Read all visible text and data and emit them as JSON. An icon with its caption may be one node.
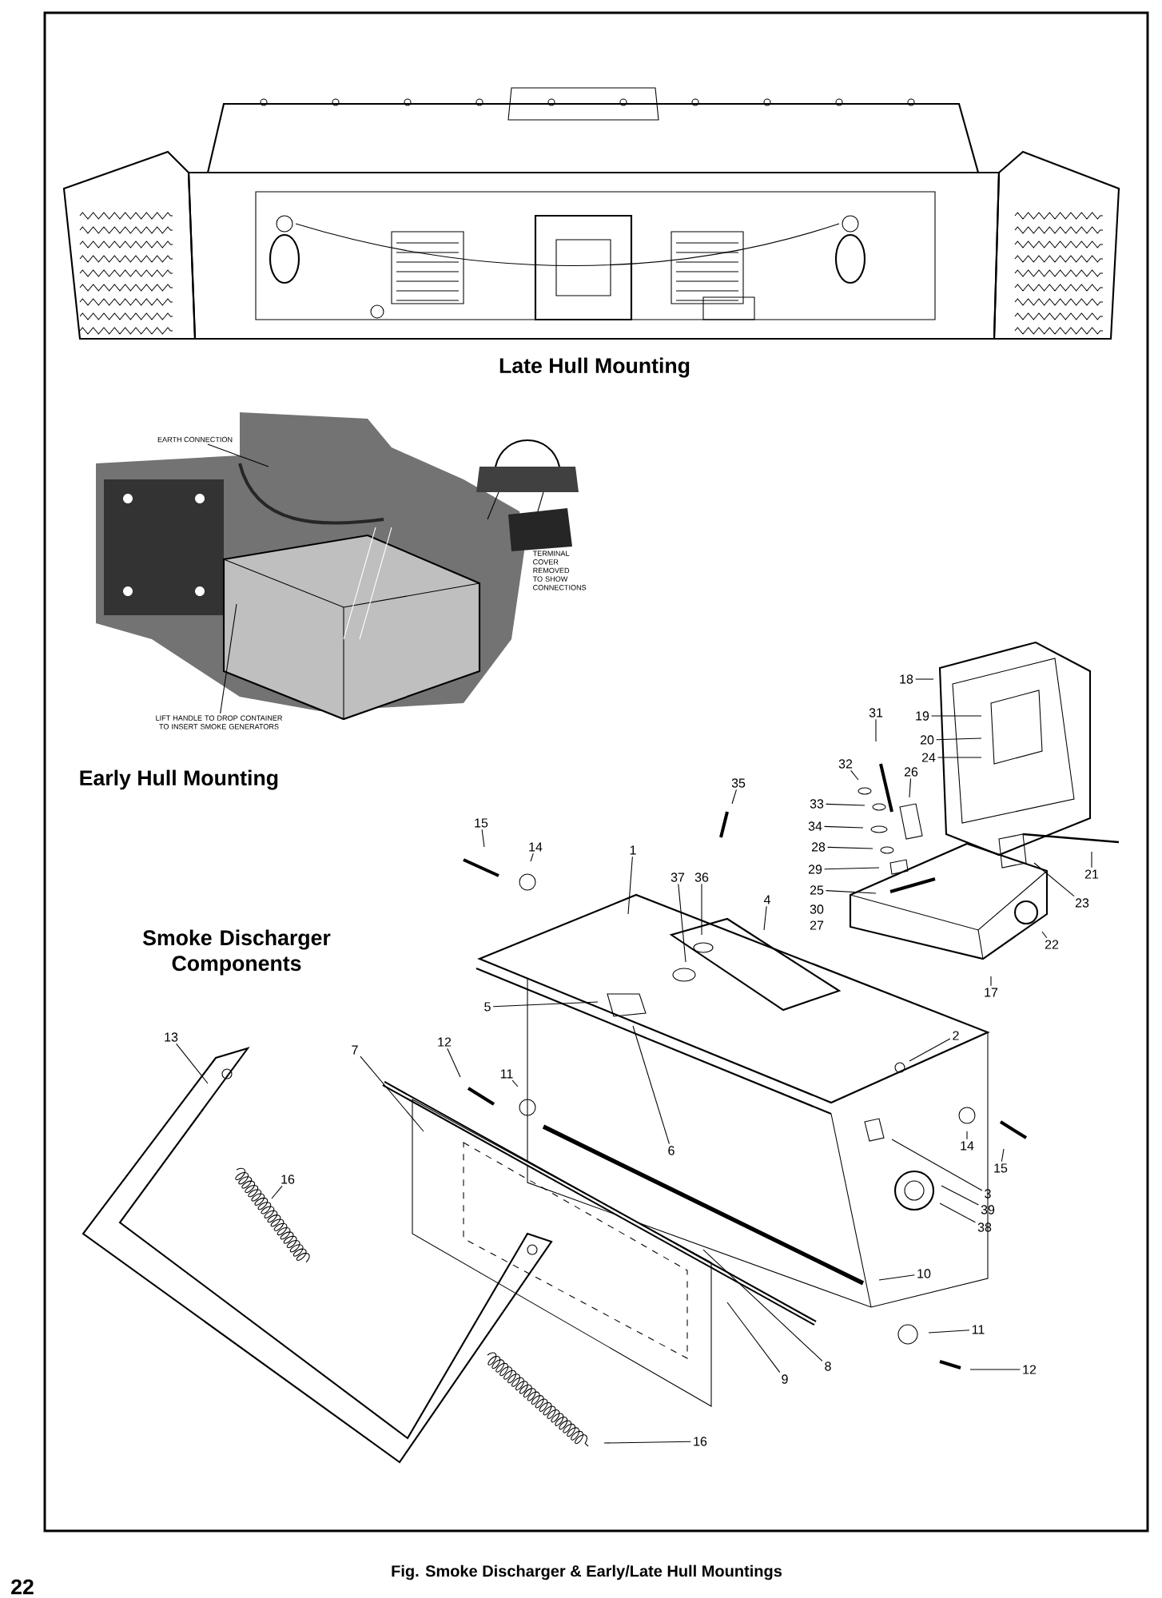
{
  "diagram": {
    "caption": "Fig. Smoke Discharger & Early/Late Hull Mountings",
    "nodes": [
      {
        "text": [
          "EARTH CONNECTION"
        ]
      },
      {
        "text": [
          "LIFT HANDLE TO DROP CONTAINER TO INSERT SMOKE GENERATORS"
        ]
      },
      {
        "text": [
          "18"
        ]
      },
      {
        "text": [
          "19"
        ]
      },
      {
        "text": [
          "31"
        ]
      },
      {
        "text": [
          "20"
        ]
      },
      {
        "text": [
          "24"
        ]
      },
      {
        "text": [
          "32"
        ]
      },
      {
        "text": [
          "26"
        ]
      },
      {
        "text": [
          "35"
        ]
      },
      {
        "text": [
          "33"
        ]
      },
      {
        "text": [
          "34"
        ]
      },
      {
        "text": [
          "28"
        ]
      },
      {
        "text": [
          "29"
        ]
      },
      {
        "text": [
          "21"
        ]
      },
      {
        "text": [
          "25"
        ]
      },
      {
        "text": [
          "15"
        ]
      },
      {
        "text": [
          "14"
        ]
      },
      {
        "text": [
          "1"
        ]
      },
      {
        "text": [
          "37"
        ]
      },
      {
        "text": [
          "36"
        ]
      },
      {
        "text": [
          "4"
        ]
      },
      {
        "text": [
          "23"
        ]
      },
      {
        "text": [
          "22"
        ]
      },
      {
        "text": [
          "17"
        ]
      },
      {
        "text": [
          "5"
        ]
      },
      {
        "text": [
          "2"
        ]
      },
      {
        "text": [
          "13"
        ]
      },
      {
        "text": [
          "7"
        ]
      },
      {
        "text": [
          "12"
        ]
      },
      {
        "text": [
          "11"
        ]
      },
      {
        "text": [
          "14"
        ]
      },
      {
        "text": [
          "6"
        ]
      },
      {
        "text": [
          "15"
        ]
      },
      {
        "text": [
          "16"
        ]
      },
      {
        "text": [
          "3"
        ]
      },
      {
        "text": [
          "39"
        ]
      },
      {
        "text": [
          "38"
        ]
      },
      {
        "text": [
          "10"
        ]
      },
      {
        "text": [
          "11"
        ]
      },
      {
        "text": [
          "12"
        ]
      },
      {
        "text": [
          "8"
        ]
      },
      {
        "text": [
          "9"
        ]
      },
      {
        "text": [
          "16"
        ]
      }
    ],
    "edges": [
      {
        "from": 0,
        "to": null,
        "arrow": "none"
      },
      {
        "from": 1,
        "to": null,
        "arrow": "none"
      },
      {
        "from": 2,
        "to": null,
        "arrow": "none"
      },
      {
        "from": 3,
        "to": null,
        "arrow": "none"
      },
      {
        "from": 4,
        "to": null,
        "arrow": "none"
      },
      {
        "from": 5,
        "to": null,
        "arrow": "none"
      },
      {
        "from": 6,
        "to": null,
        "arrow": "none"
      },
      {
        "from": 7,
        "to": null,
        "arrow": "none"
      },
      {
        "from": 8,
        "to": null,
        "arrow": "none"
      },
      {
        "from": 9,
        "to": null,
        "arrow": "none"
      },
      {
        "from": 10,
        "to": null,
        "arrow": "none"
      },
      {
        "from": 11,
        "to": null,
        "arrow": "none"
      },
      {
        "from": 12,
        "to": null,
        "arrow": "none"
      },
      {
        "from": 13,
        "to": null,
        "arrow": "none"
      },
      {
        "from": 14,
        "to": null,
        "arrow": "none"
      },
      {
        "from": 15,
        "to": null,
        "arrow": "none"
      },
      {
        "from": 16,
        "to": null,
        "arrow": "none"
      },
      {
        "from": 17,
        "to": null,
        "arrow": "none"
      },
      {
        "from": 18,
        "to": null,
        "arrow": "none"
      },
      {
        "from": 19,
        "to": null,
        "arrow": "none"
      },
      {
        "from": 20,
        "to": null,
        "arrow": "none"
      },
      {
        "from": 21,
        "to": null,
        "arrow": "none"
      },
      {
        "from": 22,
        "to": null,
        "arrow": "none"
      },
      {
        "from": 23,
        "to": null,
        "arrow": "none"
      },
      {
        "from": 24,
        "to": null,
        "arrow": "none"
      },
      {
        "from": 25,
        "to": null,
        "arrow": "none"
      },
      {
        "from": 26,
        "to": null,
        "arrow": "none"
      },
      {
        "from": 27,
        "to": null,
        "arrow": "none"
      },
      {
        "from": 28,
        "to": null,
        "arrow": "none"
      },
      {
        "from": 29,
        "to": null,
        "arrow": "none"
      },
      {
        "from": 30,
        "to": null,
        "arrow": "none"
      },
      {
        "from": 31,
        "to": null,
        "arrow": "none"
      },
      {
        "from": 32,
        "to": null,
        "arrow": "none"
      },
      {
        "from": 33,
        "to": null,
        "arrow": "none"
      },
      {
        "from": 34,
        "to": null,
        "arrow": "none"
      },
      {
        "from": 35,
        "to": null,
        "arrow": "none"
      },
      {
        "from": 36,
        "to": null,
        "arrow": "none"
      },
      {
        "from": 37,
        "to": null,
        "arrow": "none"
      },
      {
        "from": 38,
        "to": null,
        "arrow": "none"
      },
      {
        "from": 39,
        "to": null,
        "arrow": "none"
      },
      {
        "from": 40,
        "to": null,
        "arrow": "none"
      },
      {
        "from": 41,
        "to": null,
        "arrow": "none"
      },
      {
        "from": 42,
        "to": null,
        "arrow": "none"
      },
      {
        "from": 43,
        "to": null,
        "arrow": "none"
      }
    ],
    "labels": [
      "Late Hull Mounting",
      "TERMINAL COVER REMOVED TO SHOW CONNECTIONS",
      "Early Hull Mounting",
      "Smoke Discharger Components",
      "30",
      "27",
      "22"
    ]
  }
}
